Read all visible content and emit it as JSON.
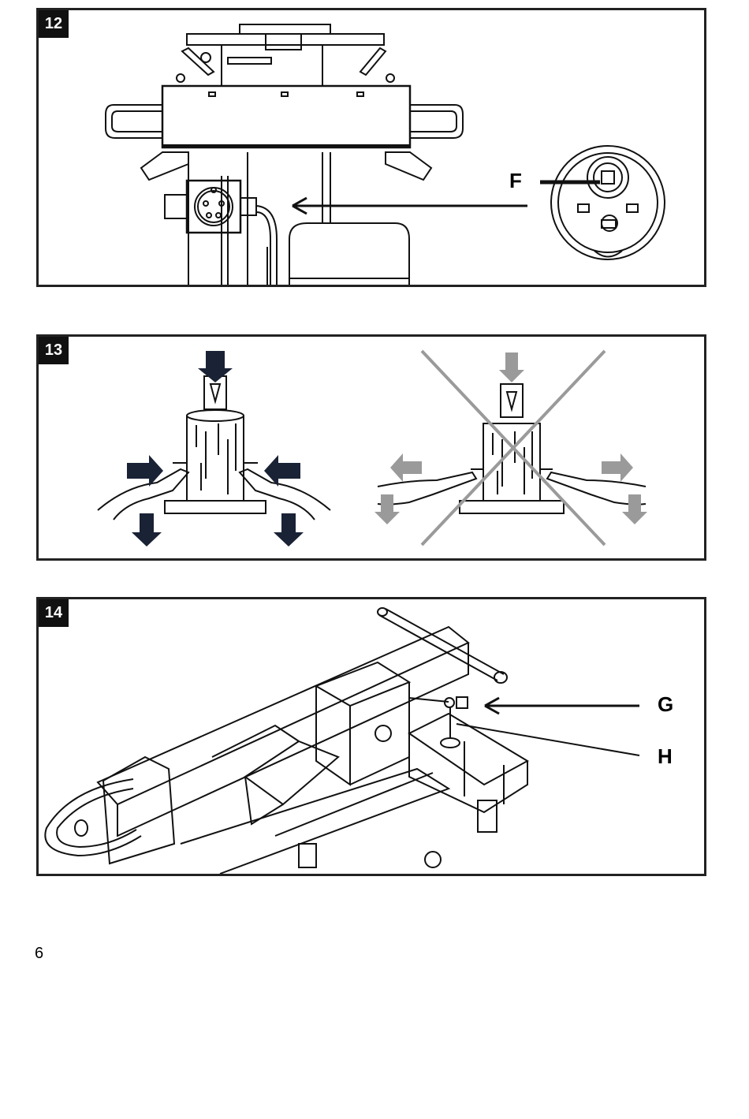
{
  "figures": [
    {
      "number": "12",
      "callouts": [
        "F"
      ]
    },
    {
      "number": "13",
      "callouts": []
    },
    {
      "number": "14",
      "callouts": [
        "G",
        "H"
      ]
    }
  ],
  "page_number": "6",
  "icons": [
    "arrow-left-icon",
    "arrow-down-icon",
    "arrow-right-icon",
    "cross-out-icon"
  ]
}
